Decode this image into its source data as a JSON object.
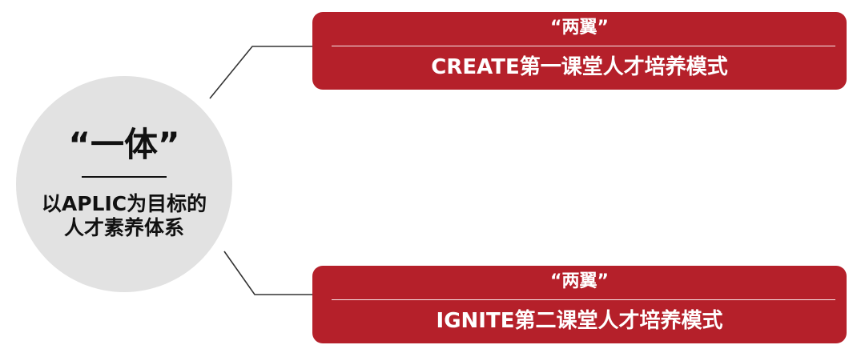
{
  "hub": {
    "title": "“一体”",
    "line1": "以APLIC为目标的",
    "line2": "人才素养体系"
  },
  "branches": [
    {
      "quote": "“两翼”",
      "text": "CREATE第一课堂人才培养模式"
    },
    {
      "quote": "“两翼”",
      "text": "IGNITE第二课堂人才培养模式"
    }
  ],
  "colors": {
    "hub_fill": "#e2e2e2",
    "card_fill": "#b5202a",
    "connector": "#333333",
    "text_dark": "#111111",
    "text_light": "#ffffff"
  }
}
